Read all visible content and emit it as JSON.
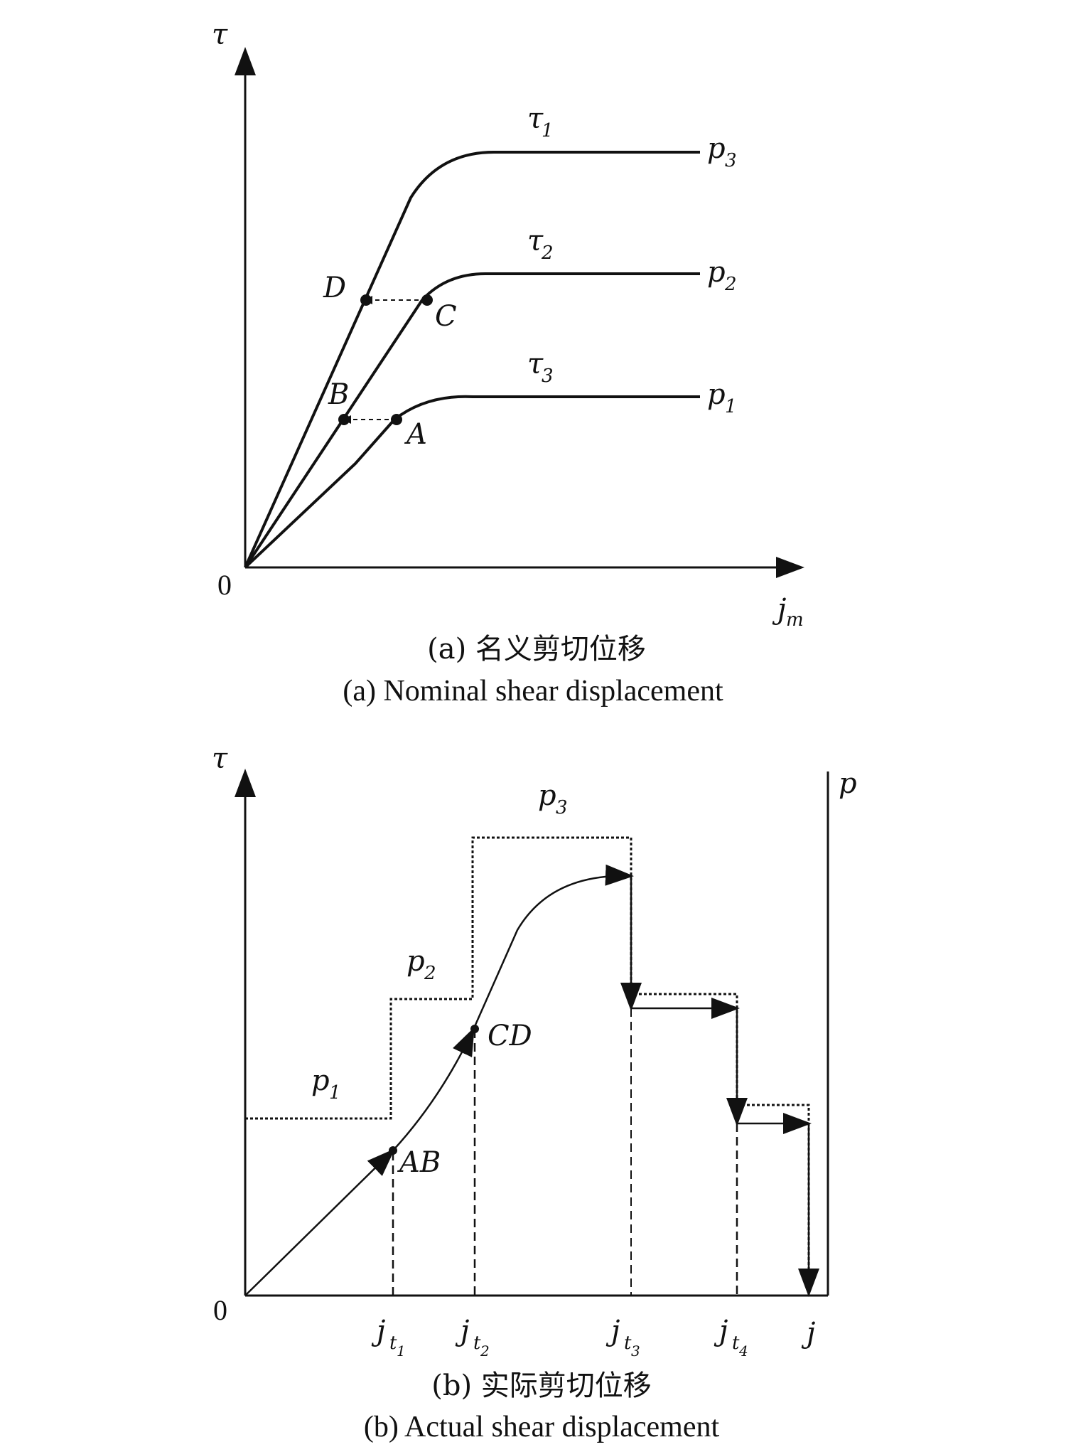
{
  "panel_a": {
    "axes": {
      "y_label": "τ",
      "x_label": "j",
      "x_sub": "m",
      "origin": "0"
    },
    "curves": [
      {
        "name": "τ",
        "name_sub": "1",
        "pressure": "p",
        "pressure_sub": "3"
      },
      {
        "name": "τ",
        "name_sub": "2",
        "pressure": "p",
        "pressure_sub": "2"
      },
      {
        "name": "τ",
        "name_sub": "3",
        "pressure": "p",
        "pressure_sub": "1"
      }
    ],
    "points": {
      "A": "A",
      "B": "B",
      "C": "C",
      "D": "D"
    },
    "caption_cn": "(a) 名义剪切位移",
    "caption_en": "(a) Nominal shear displacement"
  },
  "panel_b": {
    "axes": {
      "y_label": "τ",
      "right_label": "p",
      "x_label": "j",
      "origin": "0"
    },
    "steps": [
      {
        "label": "p",
        "sub": "1"
      },
      {
        "label": "p",
        "sub": "2"
      },
      {
        "label": "p",
        "sub": "3"
      }
    ],
    "points": {
      "AB": "AB",
      "CD": "CD"
    },
    "x_ticks": [
      {
        "label": "j",
        "sub": "t",
        "subsub": "1"
      },
      {
        "label": "j",
        "sub": "t",
        "subsub": "2"
      },
      {
        "label": "j",
        "sub": "t",
        "subsub": "3"
      },
      {
        "label": "j",
        "sub": "t",
        "subsub": "4"
      }
    ],
    "caption_cn": "(b) 实际剪切位移",
    "caption_en": "(b) Actual shear displacement"
  }
}
